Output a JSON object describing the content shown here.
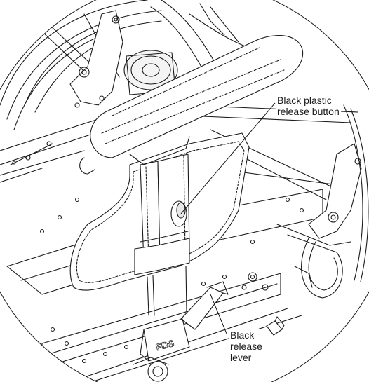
{
  "diagram": {
    "logo_text": "FDS",
    "callouts": {
      "release_button": [
        "Black plastic",
        "release button"
      ],
      "release_lever": [
        "Black",
        "release",
        "lever"
      ]
    },
    "colors": {
      "line": "#1a1a1a",
      "background": "#ffffff",
      "light_fill": "#f4f4f4"
    }
  }
}
